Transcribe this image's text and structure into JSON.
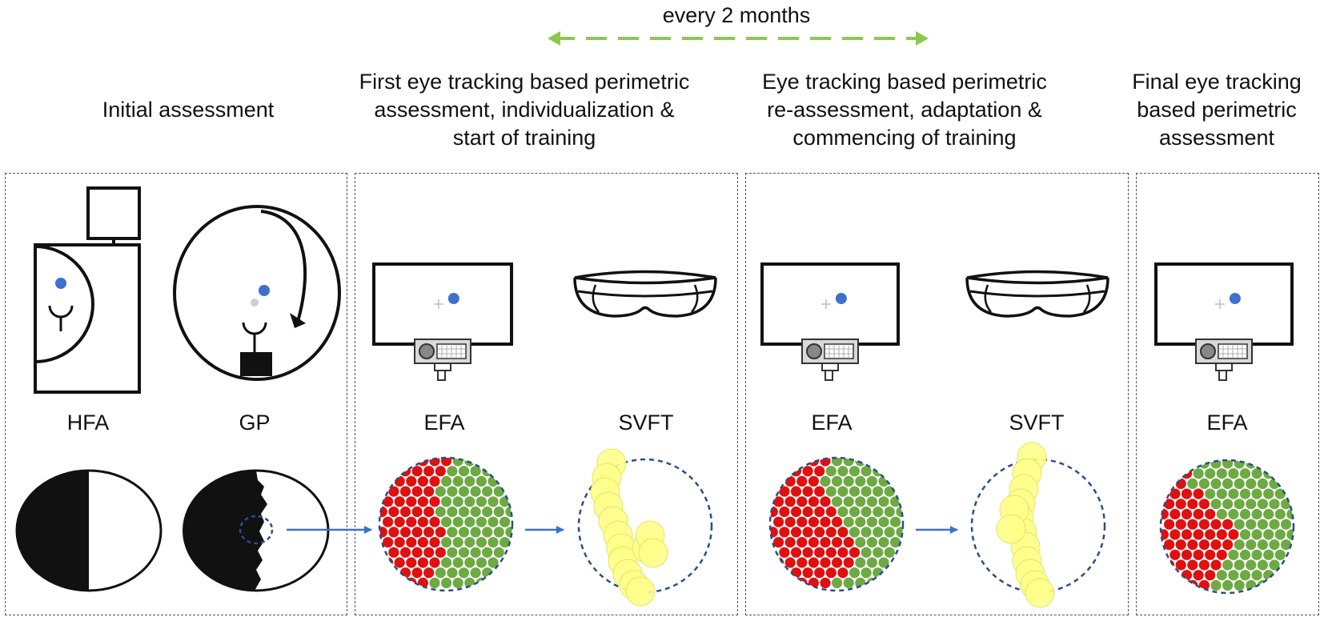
{
  "colors": {
    "fixation": "#3f6fcf",
    "arrow": "#3f6fcf",
    "interval_arrow": "#8cc84b",
    "field_dashed": "#2c4e84",
    "seen": "#6eaa44",
    "unseen": "#e01010",
    "training_blob": "#ffff8a",
    "line": "#111111"
  },
  "interval": {
    "label": "every 2 months"
  },
  "panels": [
    {
      "caption": "Initial assessment"
    },
    {
      "caption": "First eye tracking based perimetric\nassessment, individualization &\nstart of training"
    },
    {
      "caption": "Eye tracking based perimetric\nre-assessment, adaptation &\ncommencing of training"
    },
    {
      "caption": "Final eye tracking\nbased perimetric\nassessment"
    }
  ],
  "devices": {
    "hfa": "HFA",
    "gp": "GP",
    "efa_1": "EFA",
    "svft_1": "SVFT",
    "efa_2": "EFA",
    "svft_2": "SVFT",
    "efa_3": "EFA"
  },
  "icons": {
    "hfa": "humphrey-field-analyzer-icon",
    "gp": "goldmann-perimeter-icon",
    "efa": "eye-tracking-monitor-icon",
    "svft": "vr-headset-icon"
  }
}
